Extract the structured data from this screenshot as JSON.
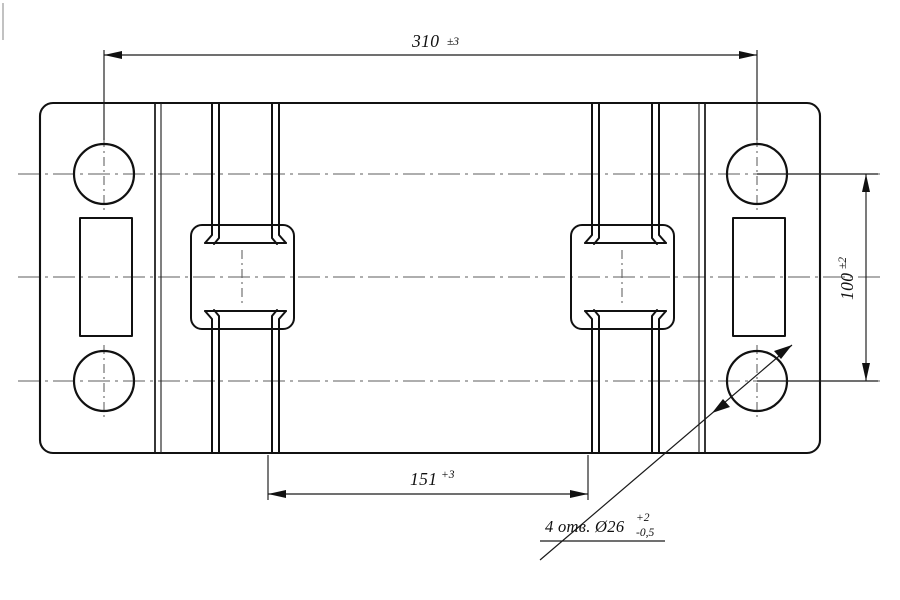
{
  "drawing": {
    "type": "mechanical-part-orthographic-view",
    "language": "ru",
    "dimensions": {
      "overall_width": {
        "value": "310",
        "tolerance_symmetric": "±3",
        "label_full": "310 ±3",
        "orientation": "horizontal",
        "position": "top"
      },
      "hole_spacing_width": {
        "value": "151",
        "tolerance_upper": "+3",
        "label_full": "151 +3",
        "orientation": "horizontal",
        "position": "bottom"
      },
      "overall_height": {
        "value": "100",
        "tolerance_symmetric": "±2",
        "label_full": "100 ±2",
        "orientation": "vertical-rotated",
        "position": "right"
      }
    },
    "callout": {
      "quantity": "4",
      "abbrev": "отв.",
      "diameter_symbol": "Ø",
      "diameter_value": "26",
      "tolerance_upper": "+2",
      "tolerance_lower": "-0,5",
      "prefix_text": "4 отв. Ø26",
      "full_text": "4 отв. Ø26 +2 -0,5"
    },
    "colors": {
      "line": "#111111",
      "centerline": "#5d5d5d",
      "background": "#ffffff"
    }
  }
}
